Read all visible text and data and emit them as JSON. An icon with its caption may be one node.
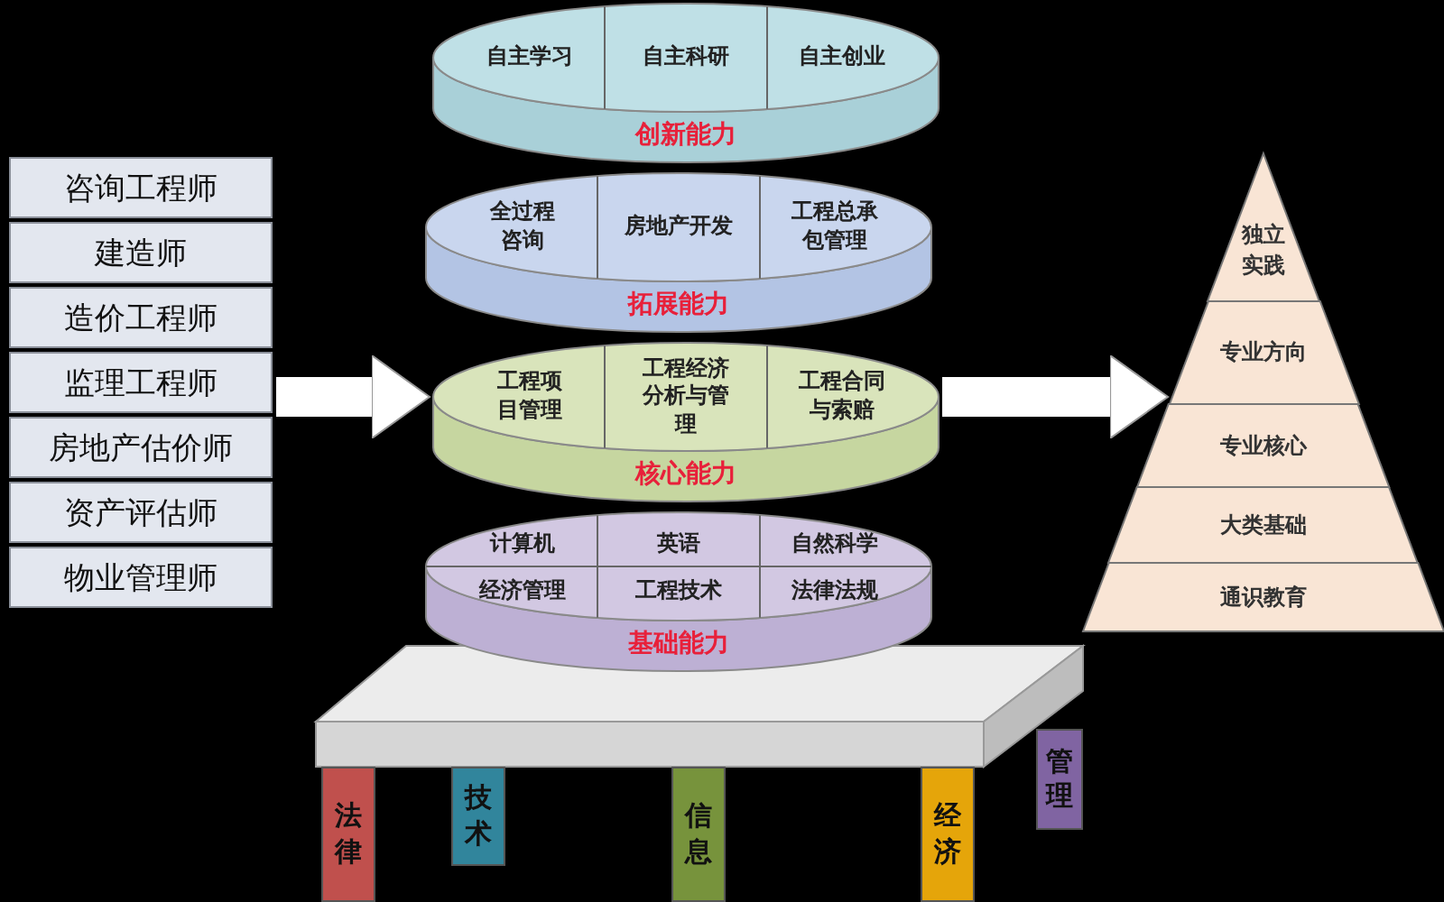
{
  "diagram": {
    "nodes": [
      {
        "text": [
          "咨询工程师"
        ]
      },
      {
        "text": [
          "建造师"
        ]
      },
      {
        "text": [
          "造价工程师"
        ]
      },
      {
        "text": [
          "监理工程师"
        ]
      },
      {
        "text": [
          "房地产估价师"
        ]
      },
      {
        "text": [
          "资产评估师"
        ]
      },
      {
        "text": [
          "物业管理师"
        ]
      },
      {
        "text": [
          "创新能力"
        ]
      },
      {
        "text": [
          "自主学习"
        ],
        "in": 7
      },
      {
        "text": [
          "自主科研"
        ],
        "in": 7
      },
      {
        "text": [
          "自主创业"
        ],
        "in": 7
      },
      {
        "text": [
          "拓展能力"
        ]
      },
      {
        "text": [
          "全过程咨询"
        ],
        "in": 11
      },
      {
        "text": [
          "房地产开发"
        ],
        "in": 11
      },
      {
        "text": [
          "工程总承包管理"
        ],
        "in": 11
      },
      {
        "text": [
          "核心能力"
        ]
      },
      {
        "text": [
          "工程项目管理"
        ],
        "in": 15
      },
      {
        "text": [
          "工程经济分析与管理"
        ],
        "in": 15
      },
      {
        "text": [
          "工程合同与索赔"
        ],
        "in": 15
      },
      {
        "text": [
          "基础能力"
        ]
      },
      {
        "text": [
          "计算机"
        ],
        "in": 19
      },
      {
        "text": [
          "英语"
        ],
        "in": 19
      },
      {
        "text": [
          "自然科学"
        ],
        "in": 19
      },
      {
        "text": [
          "经济管理"
        ],
        "in": 19
      },
      {
        "text": [
          "工程技术"
        ],
        "in": 19
      },
      {
        "text": [
          "法律法规"
        ],
        "in": 19
      },
      {
        "text": [
          "法律"
        ]
      },
      {
        "text": [
          "技术"
        ]
      },
      {
        "text": [
          "信息"
        ]
      },
      {
        "text": [
          "经济"
        ]
      },
      {
        "text": [
          "管理"
        ]
      },
      {
        "text": [
          "独立实践"
        ]
      },
      {
        "text": [
          "专业方向"
        ]
      },
      {
        "text": [
          "专业核心"
        ]
      },
      {
        "text": [
          "大类基础"
        ]
      },
      {
        "text": [
          "通识教育"
        ]
      }
    ],
    "edges": [
      {
        "from": 3,
        "to": 15,
        "arrow": "to"
      },
      {
        "from": 15,
        "to": 32,
        "arrow": "to"
      }
    ]
  }
}
